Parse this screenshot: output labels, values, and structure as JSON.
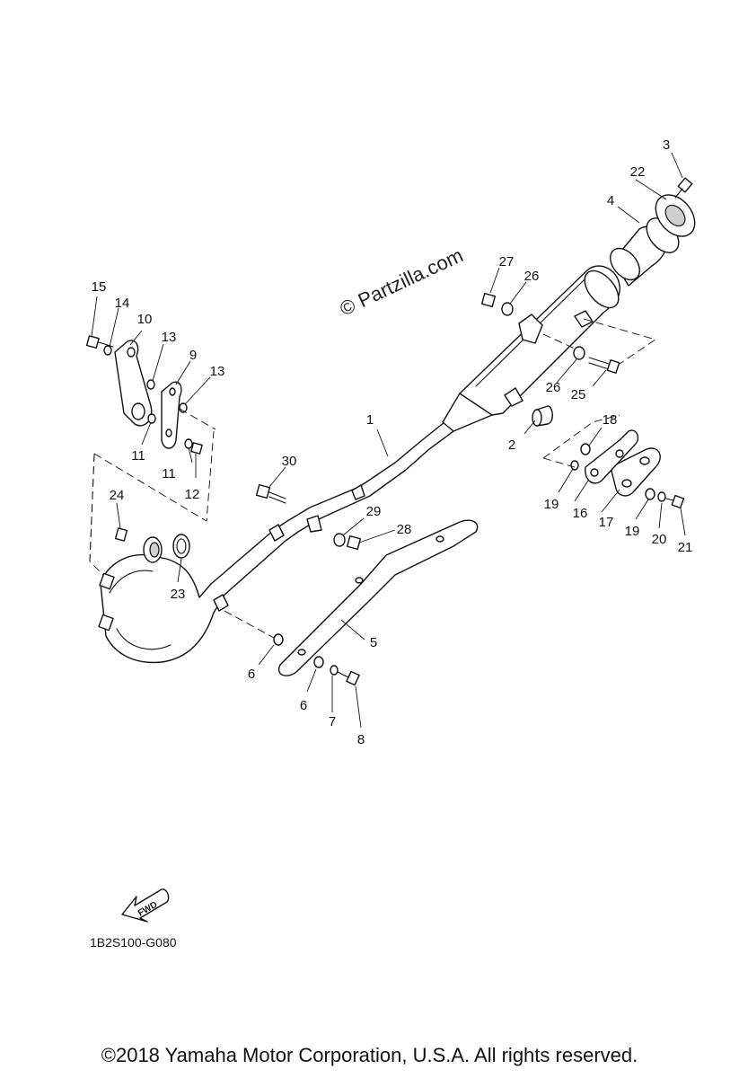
{
  "watermark": "© Partzilla.com",
  "diagram_code": "1B2S100-G080",
  "fwd_label": "FWD",
  "copyright": "©2018 Yamaha Motor Corporation, U.S.A. All rights reserved.",
  "callouts": [
    {
      "id": "c1",
      "label": "1"
    },
    {
      "id": "c2",
      "label": "2"
    },
    {
      "id": "c3",
      "label": "3"
    },
    {
      "id": "c4",
      "label": "4"
    },
    {
      "id": "c5",
      "label": "5"
    },
    {
      "id": "c6a",
      "label": "6"
    },
    {
      "id": "c6b",
      "label": "6"
    },
    {
      "id": "c7",
      "label": "7"
    },
    {
      "id": "c8",
      "label": "8"
    },
    {
      "id": "c9",
      "label": "9"
    },
    {
      "id": "c10",
      "label": "10"
    },
    {
      "id": "c11a",
      "label": "11"
    },
    {
      "id": "c11b",
      "label": "11"
    },
    {
      "id": "c12",
      "label": "12"
    },
    {
      "id": "c13a",
      "label": "13"
    },
    {
      "id": "c13b",
      "label": "13"
    },
    {
      "id": "c14",
      "label": "14"
    },
    {
      "id": "c15",
      "label": "15"
    },
    {
      "id": "c16",
      "label": "16"
    },
    {
      "id": "c17",
      "label": "17"
    },
    {
      "id": "c18",
      "label": "18"
    },
    {
      "id": "c19a",
      "label": "19"
    },
    {
      "id": "c19b",
      "label": "19"
    },
    {
      "id": "c20",
      "label": "20"
    },
    {
      "id": "c21",
      "label": "21"
    },
    {
      "id": "c22",
      "label": "22"
    },
    {
      "id": "c23",
      "label": "23"
    },
    {
      "id": "c24",
      "label": "24"
    },
    {
      "id": "c25",
      "label": "25"
    },
    {
      "id": "c26a",
      "label": "26"
    },
    {
      "id": "c26b",
      "label": "26"
    },
    {
      "id": "c27",
      "label": "27"
    },
    {
      "id": "c28",
      "label": "28"
    },
    {
      "id": "c29",
      "label": "29"
    },
    {
      "id": "c30",
      "label": "30"
    }
  ]
}
